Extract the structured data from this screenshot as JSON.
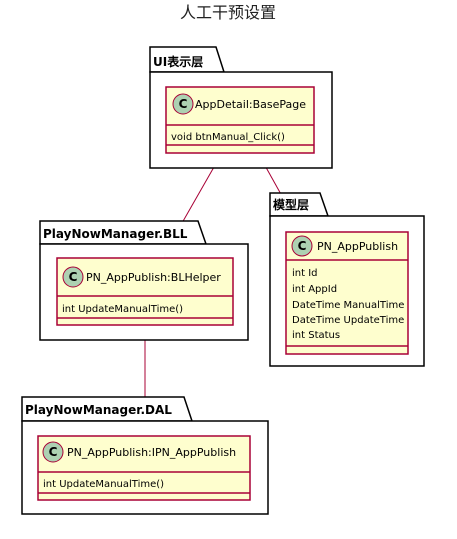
{
  "title": "人工干预设置",
  "colors": {
    "class_fill": "#FEFECE",
    "class_border": "#A80036",
    "circle_fill": "#ADD1B2",
    "package_border": "#000000",
    "edge": "#A80036"
  },
  "packages": [
    {
      "label": "UI表示层"
    },
    {
      "label": "模型层"
    },
    {
      "label": "PlayNowManager.BLL"
    },
    {
      "label": "PlayNowManager.DAL"
    }
  ],
  "classes": [
    {
      "stereotype": "C",
      "name": "AppDetail:BasePage",
      "members": [
        "void btnManual_Click()"
      ]
    },
    {
      "stereotype": "C",
      "name": "PN_AppPublish",
      "members": [
        "int  Id",
        "int  AppId",
        "DateTime  ManualTime",
        "DateTime  UpdateTime",
        "int Status"
      ]
    },
    {
      "stereotype": "C",
      "name": "PN_AppPublish:BLHelper",
      "members": [
        "int UpdateManualTime()"
      ]
    },
    {
      "stereotype": "C",
      "name": "PN_AppPublish:IPN_AppPublish",
      "members": [
        "int UpdateManualTime()"
      ]
    }
  ]
}
